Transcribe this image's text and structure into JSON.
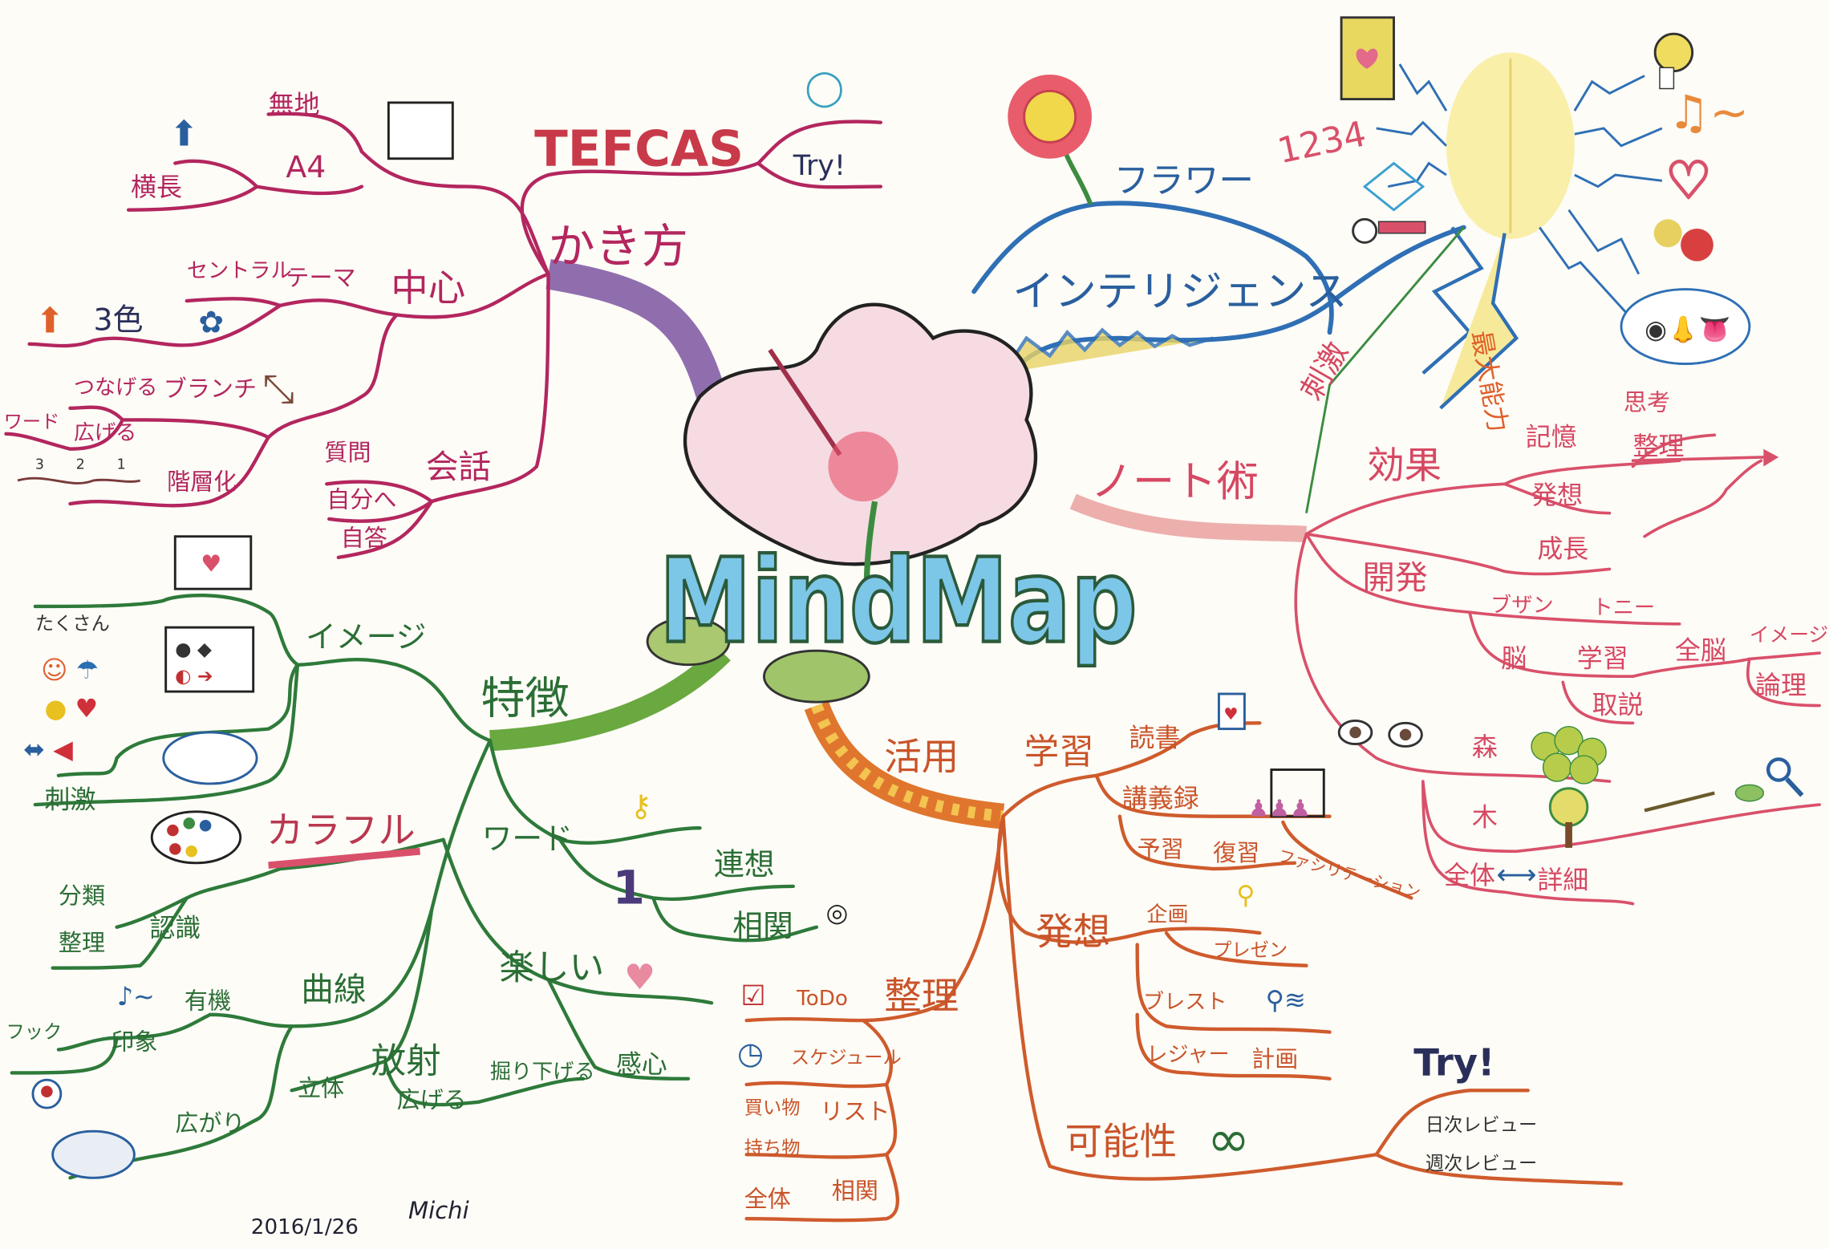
{
  "center": {
    "title": "MindMap"
  },
  "kakikata": {
    "main": "かき方",
    "tefcas": "TEFCAS",
    "try": "Try!",
    "a4": "A4",
    "muji": "無地",
    "yokonaga": "横長",
    "chushin": "中心",
    "tema": "テーマ",
    "central": "セントラル",
    "sanshoku": "3色",
    "branch": "ブランチ",
    "tsunageru": "つなげる",
    "hirogeru": "広げる",
    "word": "ワード",
    "kaisouka": "階層化",
    "levels": [
      "3",
      "2",
      "1"
    ],
    "kaiwa": "会話",
    "shitsumon": "質問",
    "jibunhe": "自分へ",
    "jitou": "自答"
  },
  "intelligence": {
    "main": "インテリジェンス",
    "flower": "フラワー",
    "numbers": "1234",
    "shigeki": "刺激",
    "saidai": "最大能力"
  },
  "note": {
    "main": "ノート術",
    "kouka": "効果",
    "kioku": "記憶",
    "shikou": "思考",
    "seiri": "整理",
    "hassou": "発想",
    "seichou": "成長",
    "kaihatsu": "開発",
    "buzan": "ブザン",
    "tony": "トニー",
    "nou": "脳",
    "gakushu": "学習",
    "zennou": "全脳",
    "image": "イメージ",
    "ronri": "論理",
    "torisetsu": "取説",
    "mori": "森",
    "ki": "木",
    "zentai": "全体",
    "arrow": "⟷",
    "shousai": "詳細"
  },
  "tokuchou": {
    "main": "特徴",
    "image": "イメージ",
    "takusan": "たくさん",
    "shigeki": "刺激",
    "colorful": "カラフル",
    "ninshiki": "認識",
    "bunrui": "分類",
    "seiri": "整理",
    "kyokusen": "曲線",
    "yuuki": "有機",
    "inshou": "印象",
    "hook": "フック",
    "hirogari": "広がり",
    "housha": "放射",
    "rittai": "立体",
    "hirogeru": "広げる",
    "horisageru": "掘り下げる",
    "word": "ワード",
    "rensou": "連想",
    "soukan": "相関",
    "tanoshii": "楽しい",
    "kanshin": "感心"
  },
  "katsuyou": {
    "main": "活用",
    "gakushu": "学習",
    "dokusho": "読書",
    "kougiroku": "講義録",
    "yoshuu": "予習",
    "fukushuu": "復習",
    "facilitation": "ファシリテーション",
    "hassou": "発想",
    "kikaku": "企画",
    "presen": "プレゼン",
    "buresuto": "ブレスト",
    "leisure": "レジャー",
    "keikaku": "計画",
    "seiri": "整理",
    "todo": "ToDo",
    "schedule": "スケジュール",
    "kaimono": "買い物",
    "list": "リスト",
    "mochimono": "持ち物",
    "zentai": "全体",
    "soukan": "相関",
    "kanousei": "可能性",
    "infinity": "∞",
    "try": "Try!",
    "nichiji": "日次レビュー",
    "shuuji": "週次レビュー"
  },
  "signature": {
    "date": "2016/1/26",
    "name": "Michi"
  },
  "colors": {
    "magenta": "#b3265e",
    "green": "#2e7a3a",
    "orange": "#cf5b2c",
    "pink": "#d9506a",
    "blue": "#2f6fb5"
  }
}
